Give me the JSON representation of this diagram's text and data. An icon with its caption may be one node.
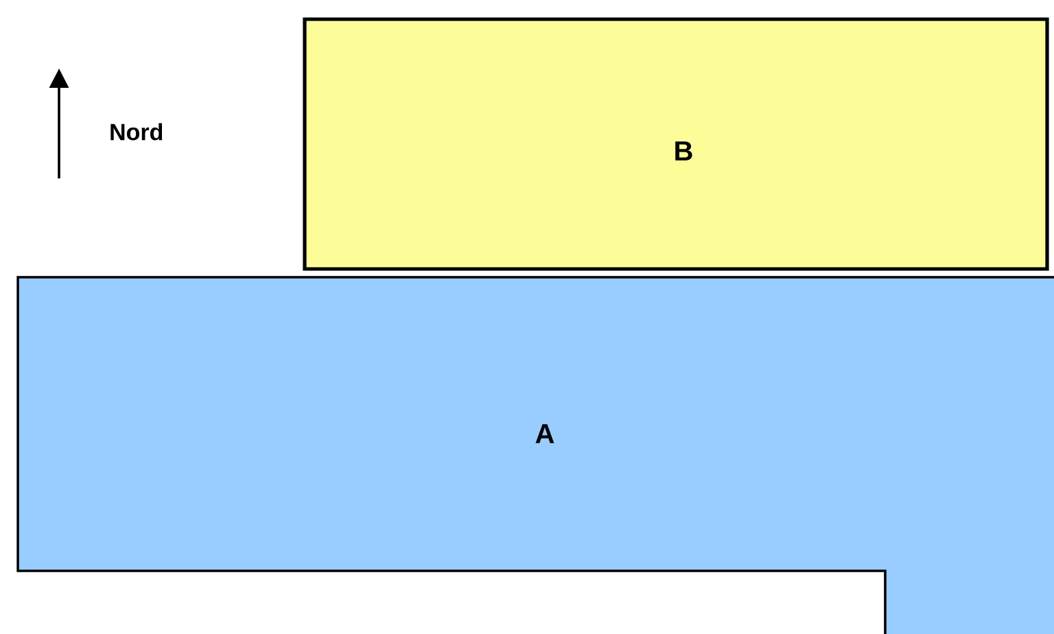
{
  "diagram": {
    "nodes": [
      {
        "text": [
          "B"
        ]
      },
      {
        "text": [
          "A"
        ]
      }
    ],
    "labels": [
      "Nord"
    ]
  }
}
